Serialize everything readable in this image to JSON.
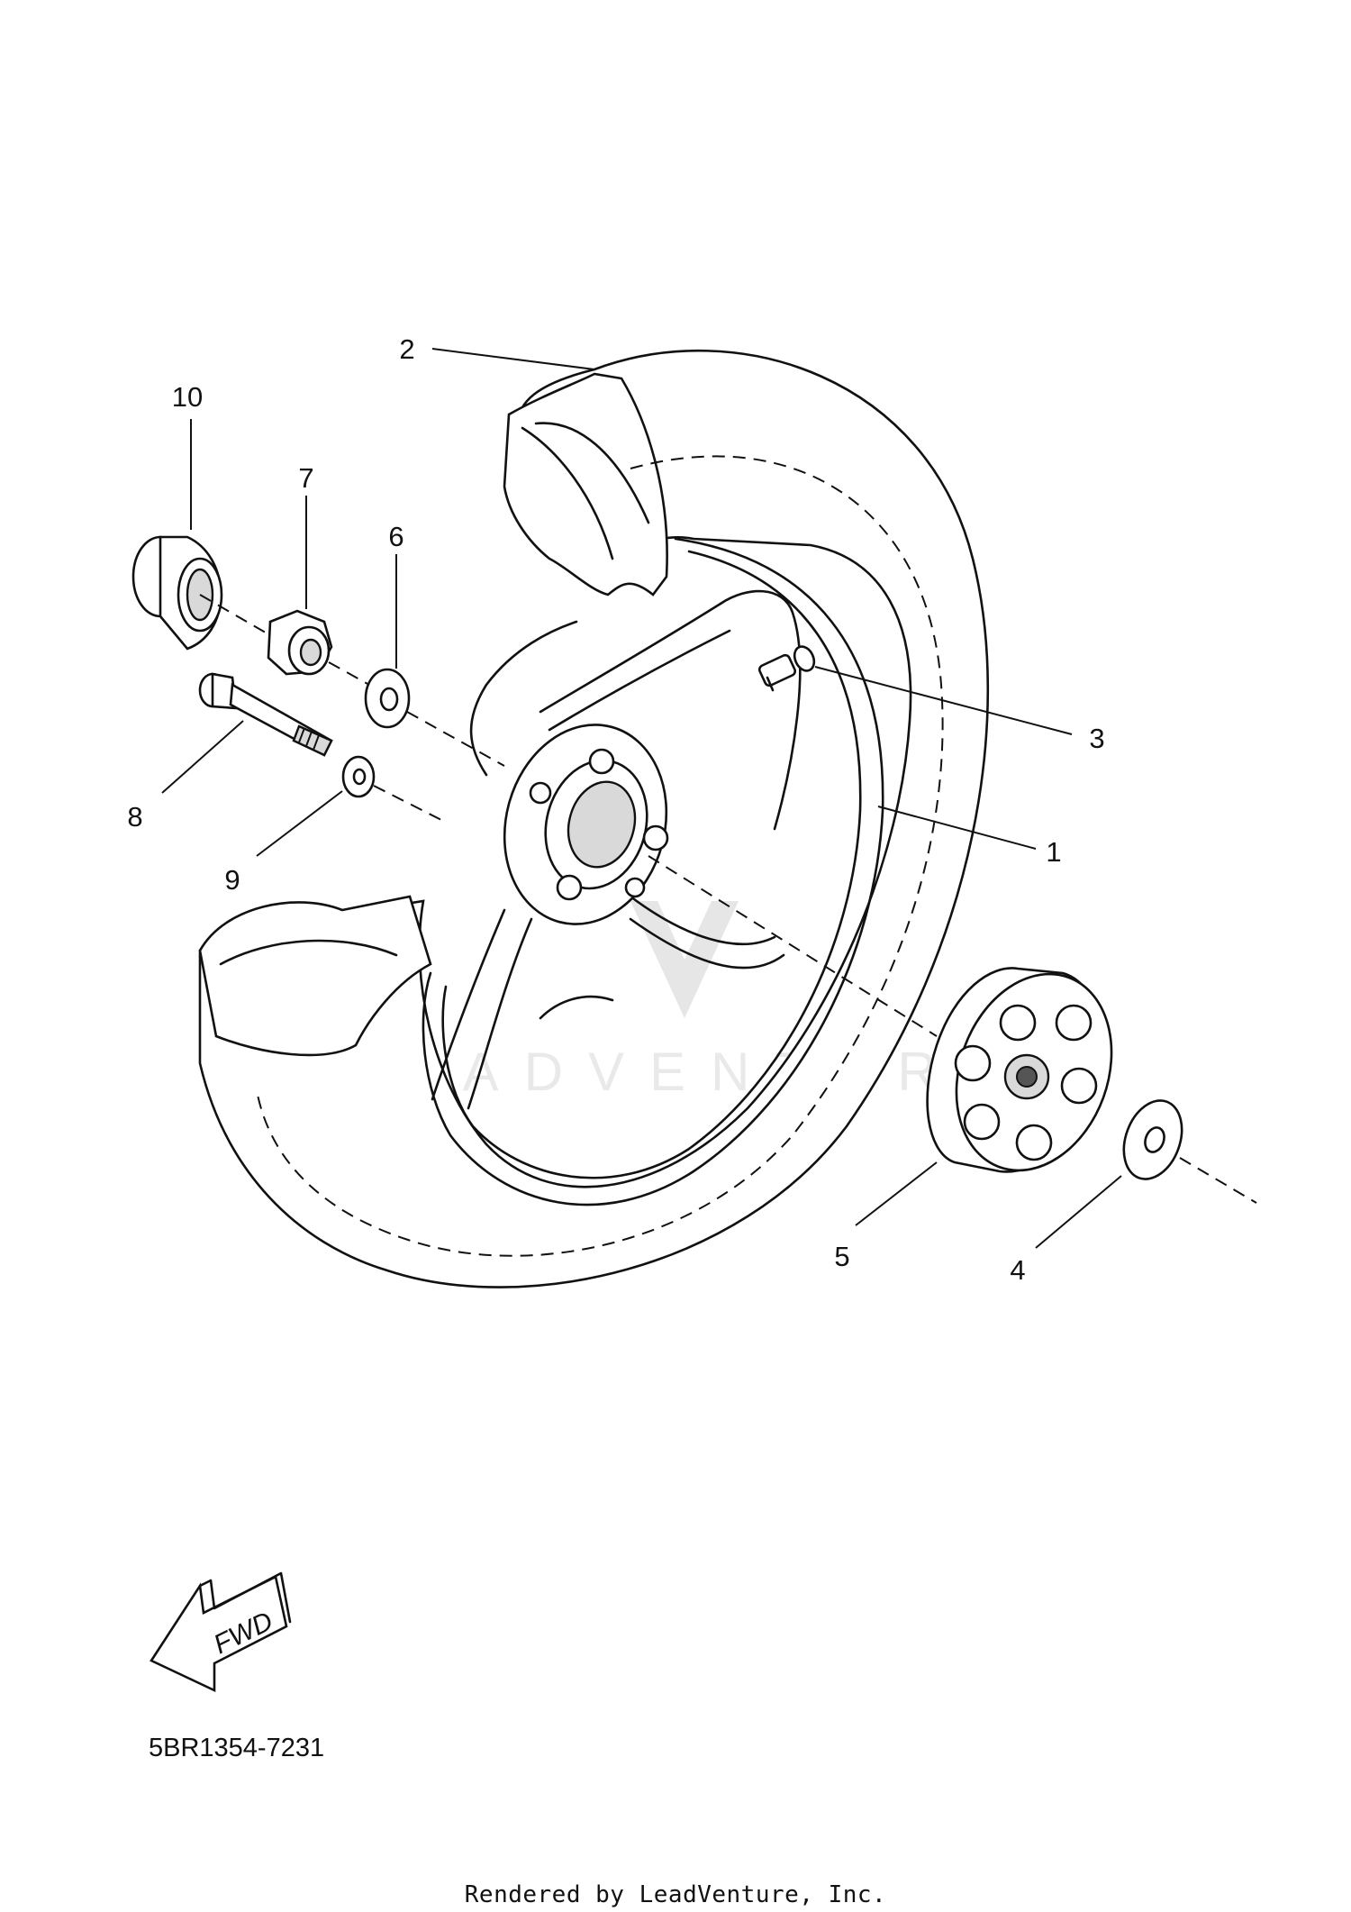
{
  "diagram": {
    "catalog_code": "5BR1354-7231",
    "render_credit": "Rendered by LeadVenture, Inc.",
    "watermark": "LEADVENTURE",
    "fwd_label": "FWD",
    "callouts": {
      "wheel_rim": "1",
      "tire": "2",
      "valve": "3",
      "washer_right": "4",
      "hub_damper": "5",
      "washer_left": "6",
      "axle_nut": "7",
      "axle_bolt": "8",
      "washer_small": "9",
      "collar": "10"
    }
  }
}
